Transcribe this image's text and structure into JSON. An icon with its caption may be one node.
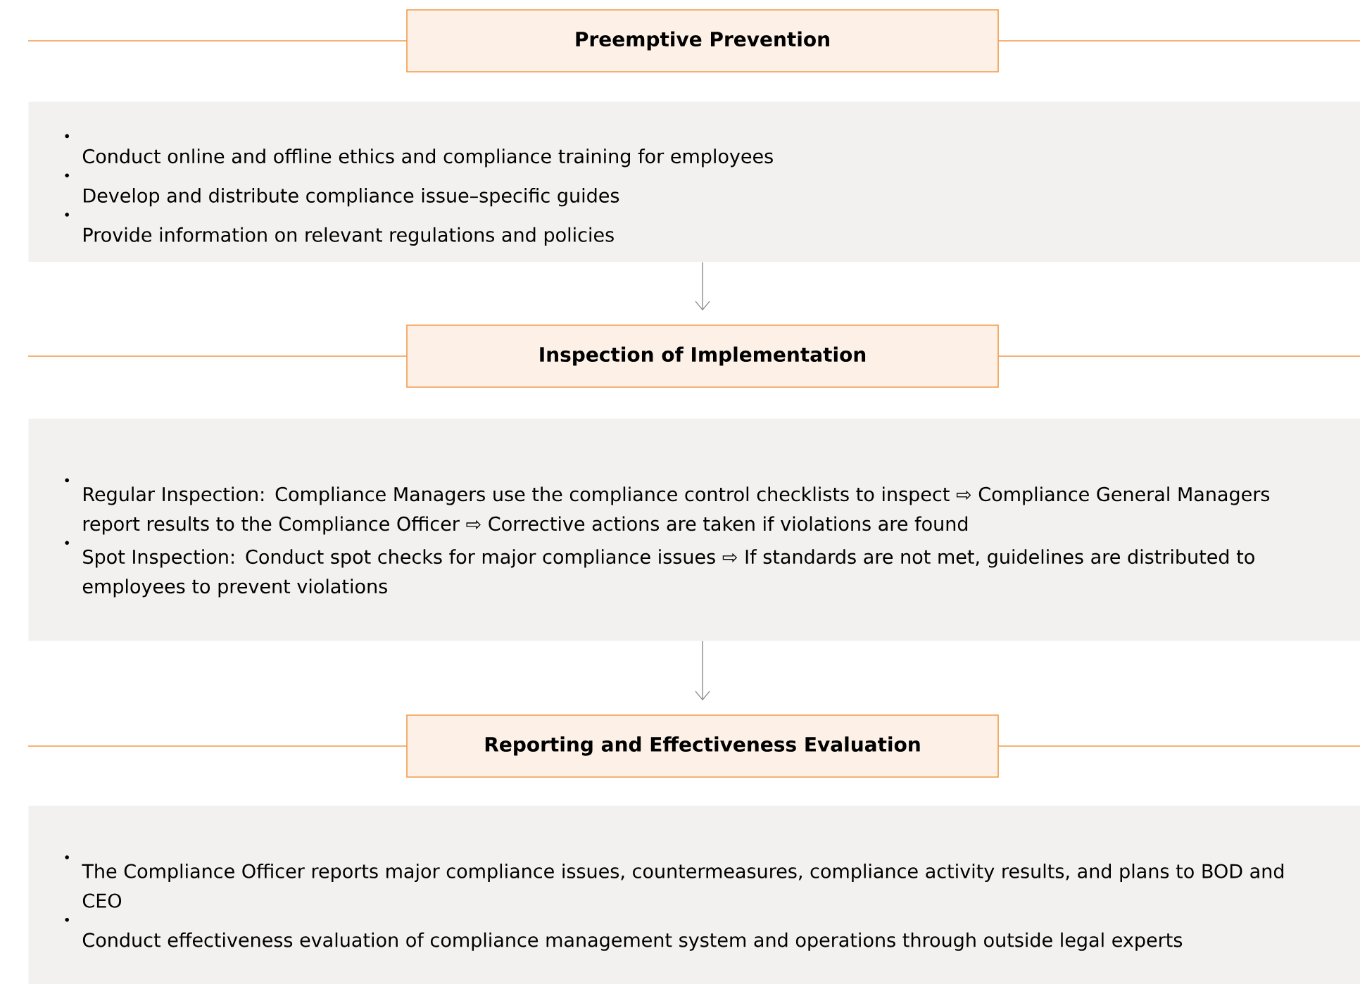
{
  "diagram": {
    "nodes": [
      {
        "text": [
          "Preemptive Prevention"
        ]
      },
      {
        "text": [
          "Conduct online and offline ethics and compliance training for employees",
          "Develop and distribute compliance issue–specific guides",
          "Provide information on relevant regulations and policies"
        ]
      },
      {
        "text": [
          "Inspection of Implementation"
        ]
      },
      {
        "text": [
          "Regular Inspection: Compliance Managers use the compliance control checklists to inspect ⇨ Compliance General Managers report results to the Compliance Officer ⇨ Corrective actions are taken if violations are found",
          "Spot Inspection: Conduct spot checks for major compliance issues ⇨ If standards are not met, guidelines are distributed to employees to prevent violations"
        ]
      },
      {
        "text": [
          "Reporting and Effectiveness Evaluation"
        ]
      },
      {
        "text": [
          "The Compliance Officer reports major compliance issues, countermeasures, compliance activity results, and plans to BOD and CEO",
          "Conduct effectiveness evaluation of compliance management system and operations through outside legal experts"
        ]
      }
    ],
    "edges": [
      {
        "from": 1,
        "to": 2,
        "arrow": "to"
      },
      {
        "from": 3,
        "to": 4,
        "arrow": "to"
      }
    ]
  }
}
